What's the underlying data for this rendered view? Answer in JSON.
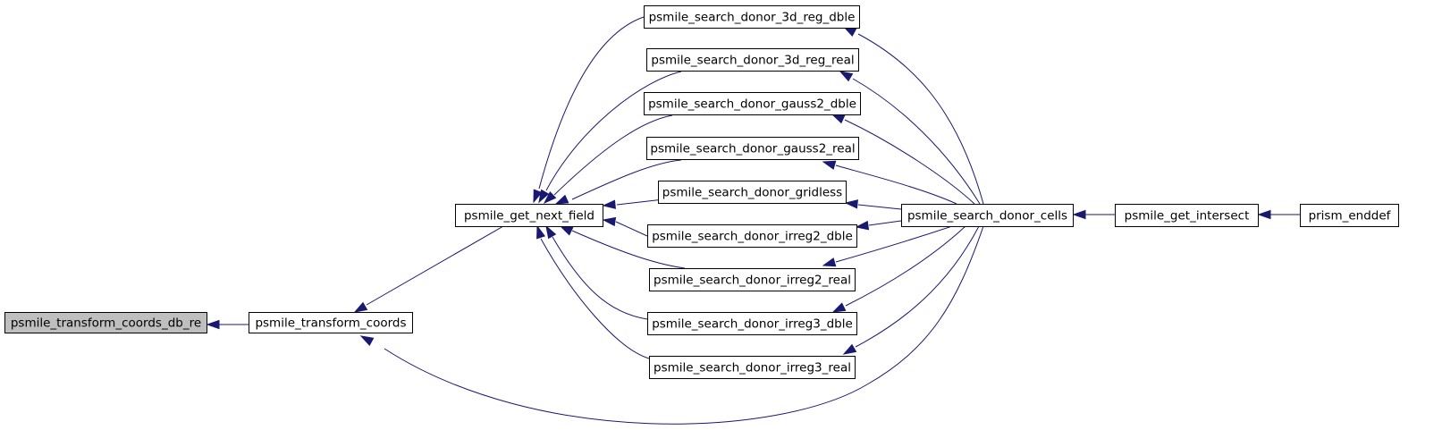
{
  "colors": {
    "edge": "#191970",
    "node_fill": "#ffffff",
    "highlight_fill": "#bfbfbf",
    "border": "#000000"
  },
  "nodes": {
    "n_db_re": {
      "label": "psmile_transform_coords_db_re",
      "highlight": true
    },
    "n_transform": {
      "label": "psmile_transform_coords"
    },
    "n_next_field": {
      "label": "psmile_get_next_field"
    },
    "n_3d_dble": {
      "label": "psmile_search_donor_3d_reg_dble"
    },
    "n_3d_real": {
      "label": "psmile_search_donor_3d_reg_real"
    },
    "n_g2_dble": {
      "label": "psmile_search_donor_gauss2_dble"
    },
    "n_g2_real": {
      "label": "psmile_search_donor_gauss2_real"
    },
    "n_gridless": {
      "label": "psmile_search_donor_gridless"
    },
    "n_i2_dble": {
      "label": "psmile_search_donor_irreg2_dble"
    },
    "n_i2_real": {
      "label": "psmile_search_donor_irreg2_real"
    },
    "n_i3_dble": {
      "label": "psmile_search_donor_irreg3_dble"
    },
    "n_i3_real": {
      "label": "psmile_search_donor_irreg3_real"
    },
    "n_cells": {
      "label": "psmile_search_donor_cells"
    },
    "n_intersect": {
      "label": "psmile_get_intersect"
    },
    "n_enddef": {
      "label": "prism_enddef"
    }
  },
  "edges": [
    {
      "from": "n_transform",
      "to": "n_db_re"
    },
    {
      "from": "n_next_field",
      "to": "n_transform"
    },
    {
      "from": "n_cells",
      "to": "n_transform"
    },
    {
      "from": "n_3d_dble",
      "to": "n_next_field"
    },
    {
      "from": "n_3d_real",
      "to": "n_next_field"
    },
    {
      "from": "n_g2_dble",
      "to": "n_next_field"
    },
    {
      "from": "n_g2_real",
      "to": "n_next_field"
    },
    {
      "from": "n_gridless",
      "to": "n_next_field"
    },
    {
      "from": "n_i2_dble",
      "to": "n_next_field"
    },
    {
      "from": "n_i2_real",
      "to": "n_next_field"
    },
    {
      "from": "n_i3_dble",
      "to": "n_next_field"
    },
    {
      "from": "n_i3_real",
      "to": "n_next_field"
    },
    {
      "from": "n_cells",
      "to": "n_3d_dble"
    },
    {
      "from": "n_cells",
      "to": "n_3d_real"
    },
    {
      "from": "n_cells",
      "to": "n_g2_dble"
    },
    {
      "from": "n_cells",
      "to": "n_g2_real"
    },
    {
      "from": "n_cells",
      "to": "n_gridless"
    },
    {
      "from": "n_cells",
      "to": "n_i2_dble"
    },
    {
      "from": "n_cells",
      "to": "n_i2_real"
    },
    {
      "from": "n_cells",
      "to": "n_i3_dble"
    },
    {
      "from": "n_cells",
      "to": "n_i3_real"
    },
    {
      "from": "n_intersect",
      "to": "n_cells"
    },
    {
      "from": "n_enddef",
      "to": "n_intersect"
    }
  ]
}
